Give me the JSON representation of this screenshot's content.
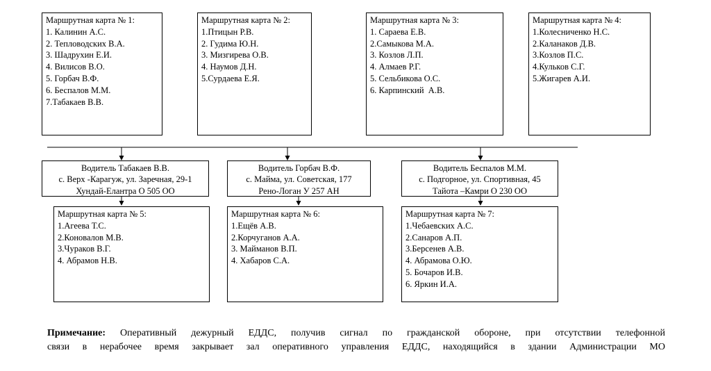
{
  "route_cards_top": [
    {
      "title": "Маршрутная карта № 1:",
      "items": [
        "1. Калинин А.С.",
        "2. Тепловодских В.А.",
        "3. Шадрухин Е.И.",
        "4. Вилисов В.О.",
        "5. Горбач В.Ф.",
        "6. Беспалов М.М.",
        "7.Табакаев В.В."
      ]
    },
    {
      "title": "Маршрутная карта № 2:",
      "items": [
        "1.Птицын Р.В.",
        "2. Гудима Ю.Н.",
        "3. Мизгирева О.В.",
        "4. Наумов Д.Н.",
        "5.Сурдаева Е.Я."
      ]
    },
    {
      "title": "Маршрутная карта № 3:",
      "items": [
        "1. Сараева Е.В.",
        "2.Самыкова М.А.",
        "3. Козлов Л.П.",
        "4. Алмаев Р.Г.",
        "5. Сельбикова О.С.",
        "6. Карпинский  А.В."
      ]
    },
    {
      "title": "Маршрутная карта № 4:",
      "items": [
        "1.Колесниченко Н.С.",
        "2.Каланаков Д.В.",
        "3.Козлов П.С.",
        "4.Кульков С.Г.",
        "5.Жигарев А.И."
      ]
    }
  ],
  "drivers": [
    {
      "line1": "Водитель Табакаев В.В.",
      "line2": "с. Верх -Карагуж, ул. Заречная, 29-1",
      "line3": "Хундай-Елантра О 505 ОО"
    },
    {
      "line1": "Водитель Горбач В.Ф.",
      "line2": "с. Майма, ул. Советская, 177",
      "line3": "Рено-Логан У 257 АН"
    },
    {
      "line1": "Водитель Беспалов М.М.",
      "line2": "с. Подгорное, ул. Спортивная, 45",
      "line3": "Тайота –Камри О 230 ОО"
    }
  ],
  "route_cards_bottom": [
    {
      "title": "Маршрутная карта № 5:",
      "items": [
        "1.Агеева Т.С.",
        "2.Коновалов М.В.",
        "3.Чураков В.Г.",
        "4. Абрамов Н.В."
      ]
    },
    {
      "title": "Маршрутная карта № 6:",
      "items": [
        "1.Ещёв А.В.",
        "2.Корчуганов А.А.",
        "3. Майманов В.П.",
        "4. Хабаров С.А."
      ]
    },
    {
      "title": "Маршрутная карта № 7:",
      "items": [
        "1.Чебаевских А.С.",
        "2.Санаров А.П.",
        "3.Берсенев А.В.",
        "4. Абрамова О.Ю.",
        "5. Бочаров И.В.",
        "6. Яркин И.А."
      ]
    }
  ],
  "note": {
    "label": "Примечание:",
    "line1": " Оперативный дежурный ЕДДС, получив сигнал по гражданской обороне, при отсутствии телефонной",
    "line2": "связи в нерабочее время закрывает зал оперативного управления ЕДДС, находящийся в здании Администрации МО"
  }
}
